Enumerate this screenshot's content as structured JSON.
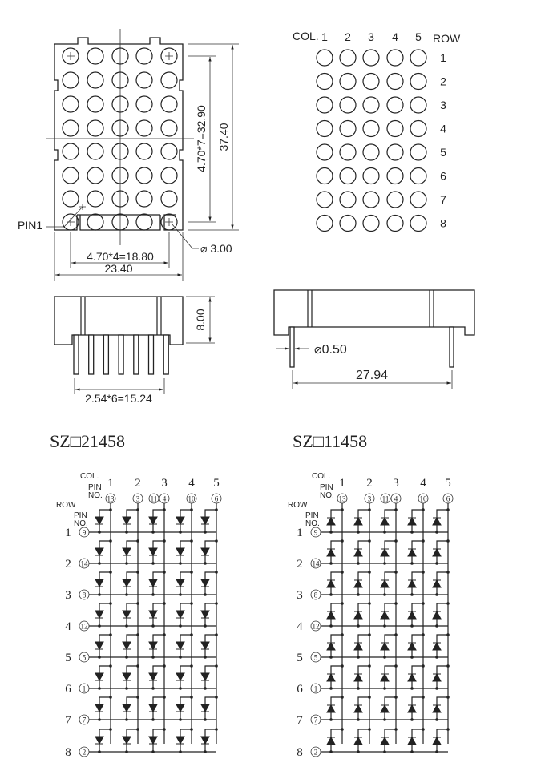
{
  "front_view": {
    "pin1_label": "PIN1",
    "dim_row_pitch": "4.70*7=32.90",
    "dim_height": "37.40",
    "dim_col_pitch": "4.70*4=18.80",
    "dim_width": "23.40",
    "dim_dot_diameter": "⌀ 3.00"
  },
  "dot_map": {
    "col_label": "COL.",
    "row_label": "ROW",
    "columns": [
      "1",
      "2",
      "3",
      "4",
      "5"
    ],
    "rows": [
      "1",
      "2",
      "3",
      "4",
      "5",
      "6",
      "7",
      "8"
    ]
  },
  "side_view_left": {
    "dim_thickness": "8.00",
    "dim_pin_pitch": "2.54*6=15.24"
  },
  "side_view_right": {
    "dim_pin_diameter": "⌀0.50",
    "dim_row_spacing": "27.94"
  },
  "schematics": [
    {
      "model": "SZ□21458",
      "diode_direction": "down"
    },
    {
      "model": "SZ□11458",
      "diode_direction": "up"
    }
  ],
  "schematic_labels": {
    "col": "COL.",
    "pin": "PIN",
    "no": "NO.",
    "row": "ROW"
  },
  "column_numbers": [
    "1",
    "2",
    "3",
    "4",
    "5"
  ],
  "column_pins": [
    [
      "13"
    ],
    [
      "3"
    ],
    [
      "11",
      "4"
    ],
    [
      "10"
    ],
    [
      "6"
    ]
  ],
  "row_numbers": [
    "1",
    "2",
    "3",
    "4",
    "5",
    "6",
    "7",
    "8"
  ],
  "row_pins": [
    "9",
    "14",
    "8",
    "12",
    "5",
    "1",
    "7",
    "2"
  ]
}
